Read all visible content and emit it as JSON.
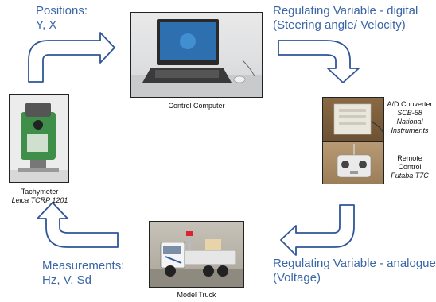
{
  "labels": {
    "positions": {
      "line1": "Positions:",
      "line2": "Y, X"
    },
    "regulating_digital": {
      "line1": "Regulating Variable - digital",
      "line2": "(Steering angle/ Velocity)"
    },
    "regulating_analogue": {
      "line1": "Regulating Variable - analogue",
      "line2": "(Voltage)"
    },
    "measurements": {
      "line1": "Measurements:",
      "line2": "Hz, V, Sd"
    }
  },
  "nodes": {
    "control_computer": {
      "caption": "Control Computer"
    },
    "ad_converter": {
      "line1": "A/D Converter",
      "line2": "SCB-68",
      "line3": "National",
      "line4": "Instruments"
    },
    "remote_control": {
      "line1": "Remote",
      "line2": "Control",
      "line3": "Futaba T7C"
    },
    "model_truck": {
      "caption": "Model Truck"
    },
    "tachymeter": {
      "line1": "Tachymeter",
      "line2": "Leica TCRP 1201"
    }
  },
  "colors": {
    "label_blue": "#3a66a8",
    "arrow_stroke": "#2f5597",
    "arrow_fill": "#ffffff"
  },
  "icons": {
    "laptop": "laptop-icon",
    "total_station": "total-station-icon",
    "converter_box": "converter-box-icon",
    "transmitter": "radio-transmitter-icon",
    "truck": "truck-icon"
  }
}
